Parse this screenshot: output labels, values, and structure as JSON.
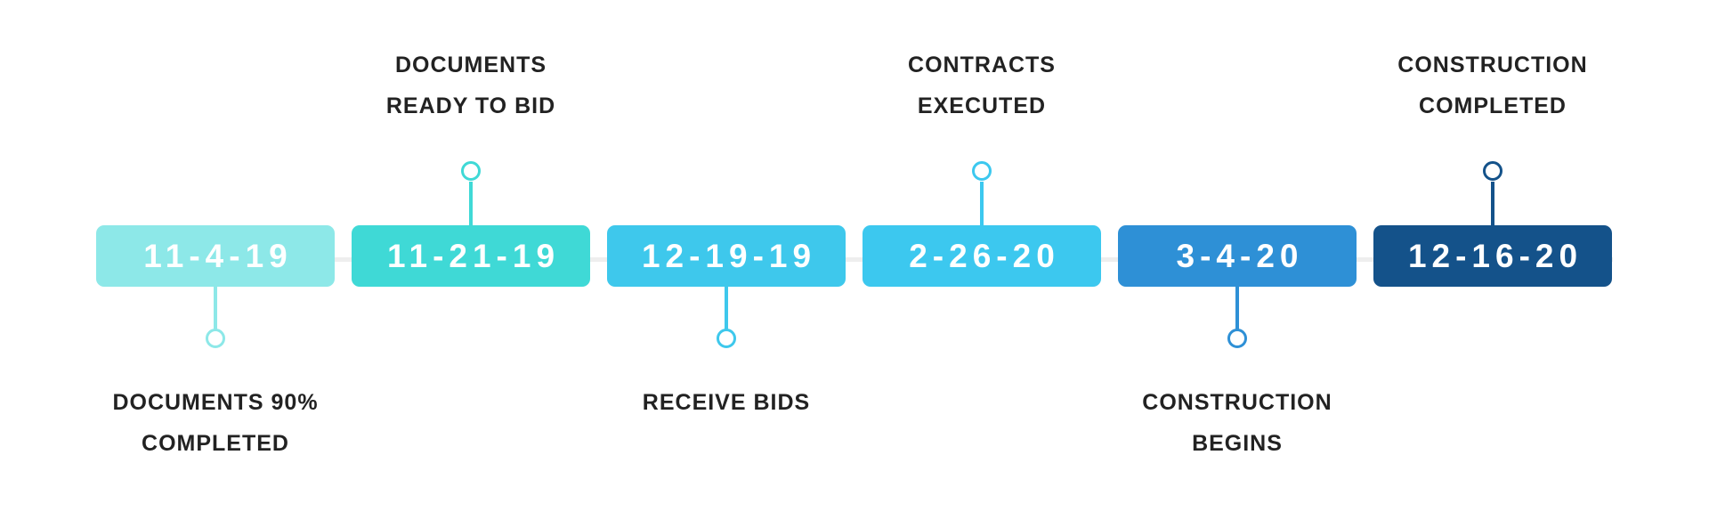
{
  "milestones": [
    {
      "date": "11-4-19",
      "label_lines": [
        "DOCUMENTS 90%",
        "COMPLETED"
      ],
      "position": "below",
      "color": "#8de8e8"
    },
    {
      "date": "11-21-19",
      "label_lines": [
        "DOCUMENTS",
        "READY TO BID"
      ],
      "position": "above",
      "color": "#3fd9d6"
    },
    {
      "date": "12-19-19",
      "label_lines": [
        "RECEIVE BIDS"
      ],
      "position": "below",
      "color": "#3ec8ec"
    },
    {
      "date": "2-26-20",
      "label_lines": [
        "CONTRACTS",
        "EXECUTED"
      ],
      "position": "above",
      "color": "#3cc8ef"
    },
    {
      "date": "3-4-20",
      "label_lines": [
        "CONSTRUCTION",
        "BEGINS"
      ],
      "position": "below",
      "color": "#2e90d6"
    },
    {
      "date": "12-16-20",
      "label_lines": [
        "CONSTRUCTION",
        "COMPLETED"
      ],
      "position": "above",
      "color": "#14528a"
    }
  ]
}
